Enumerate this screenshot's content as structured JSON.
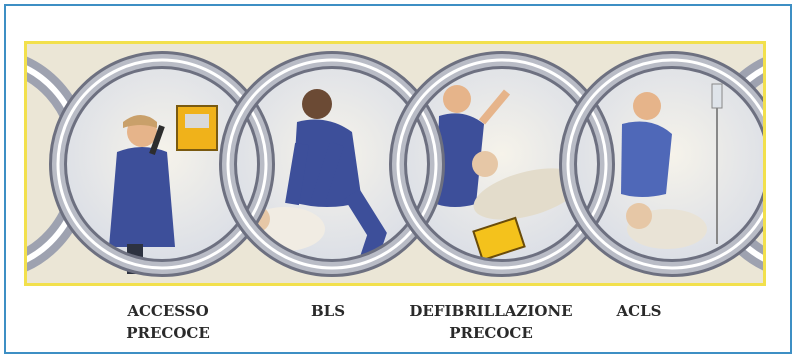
{
  "stages": [
    {
      "id": "accesso",
      "line1": "ACCESSO",
      "line2": "PRECOCE"
    },
    {
      "id": "bls",
      "line1": "BLS",
      "line2": ""
    },
    {
      "id": "defib",
      "line1": "DEFIBRILLAZIONE",
      "line2": "PRECOCE"
    },
    {
      "id": "acls",
      "line1": "ACLS",
      "line2": ""
    }
  ],
  "colors": {
    "frame_border": "#3e8fc4",
    "panel_border": "#f2e04c",
    "panel_bg": "#ebe6d6",
    "chain_silver": "#b9bcc6",
    "chain_dark": "#6d7080",
    "uniform_blue": "#3d4f9a",
    "phone_yellow": "#f0b21a",
    "defib_yellow": "#f4c21c"
  }
}
